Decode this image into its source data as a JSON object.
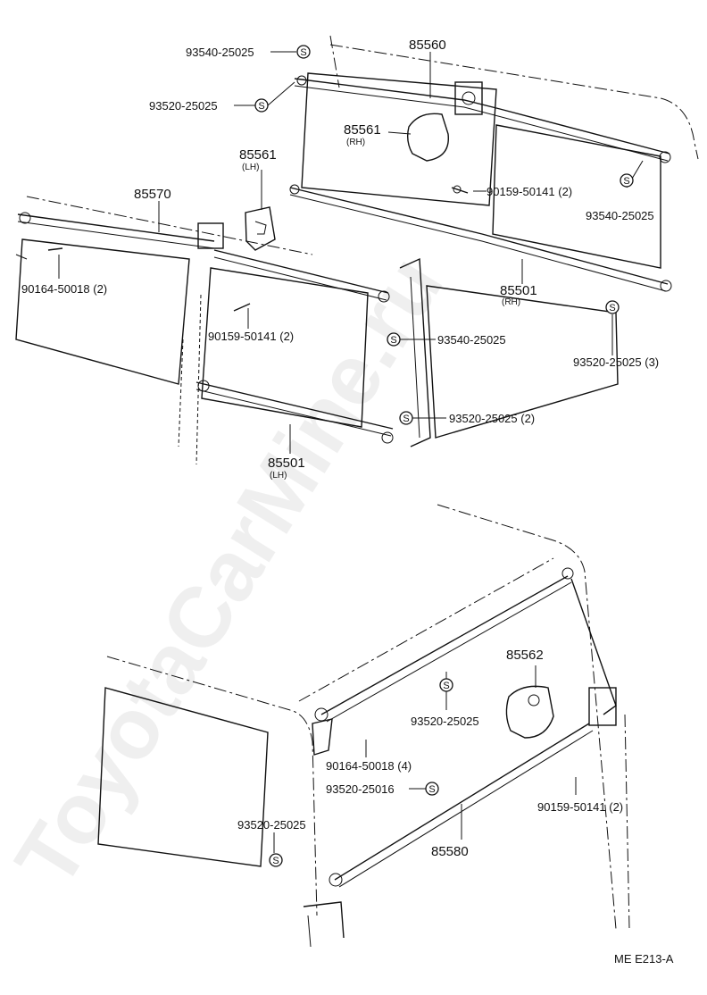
{
  "watermark": "ToyotaCarMine.ru",
  "footer_code": "ME  E213-A",
  "clip_symbol": "S",
  "parts": {
    "p85560": "85560",
    "p85561_rh": "85561",
    "p85561_rh_side": "(RH)",
    "p85561_lh": "85561",
    "p85561_lh_side": "(LH)",
    "p85570": "85570",
    "p85501_rh": "85501",
    "p85501_rh_side": "(RH)",
    "p85501_lh": "85501",
    "p85501_lh_side": "(LH)",
    "p85562": "85562",
    "p85580": "85580"
  },
  "fasteners": {
    "f93540_top": "93540-25025",
    "f93520_top": "93520-25025",
    "f90159_top": "90159-50141 (2)",
    "f93540_right": "93540-25025",
    "f90164_left": "90164-50018 (2)",
    "f90159_mid": "90159-50141 (2)",
    "f93540_mid": "93540-25025",
    "f93520_3": "93520-25025 (3)",
    "f93520_2": "93520-25025 (2)",
    "f93520_rear": "93520-25025",
    "f90164_rear": "90164-50018 (4)",
    "f93520_25016": "93520-25016",
    "f90159_rear": "90159-50141 (2)",
    "f93520_rear_low": "93520-25025"
  }
}
